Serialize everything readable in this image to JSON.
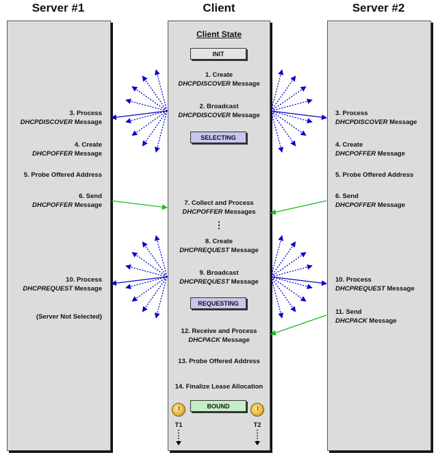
{
  "headers": {
    "server1": "Server #1",
    "client": "Client",
    "server2": "Server #2"
  },
  "client_state_title": "Client State",
  "states": {
    "init": "INIT",
    "selecting": "SELECTING",
    "requesting": "REQUESTING",
    "bound": "BOUND"
  },
  "state_colors": {
    "init": "#e4e4e4",
    "selecting": "#c7c7ee",
    "requesting": "#c7c7ee",
    "bound": "#c6eec6"
  },
  "arrow_colors": {
    "broadcast": "#0000c8",
    "unicast": "#1db81d"
  },
  "client_steps": {
    "s1a": "1. Create",
    "s1b": "DHCPDISCOVER",
    "s1c": " Message",
    "s2a": "2. Broadcast",
    "s2b": "DHCPDISCOVER",
    "s2c": " Message",
    "s7a": "7. Collect and Process",
    "s7b": "DHCPOFFER",
    "s7c": " Messages",
    "ellipsis": "⋮",
    "s8a": "8. Create",
    "s8b": "DHCPREQUEST",
    "s8c": " Message",
    "s9a": "9. Broadcast",
    "s9b": "DHCPREQUEST",
    "s9c": " Message",
    "s12a": "12. Receive and Process",
    "s12b": "DHCPACK",
    "s12c": " Message",
    "s13": "13. Probe Offered Address",
    "s14": "14. Finalize Lease Allocation",
    "t1": "T1",
    "t2": "T2"
  },
  "server1_steps": {
    "s3a": "3. Process",
    "s3b": "DHCPDISCOVER",
    "s3c": " Message",
    "s4a": "4. Create",
    "s4b": "DHCPOFFER",
    "s4c": " Message",
    "s5": "5. Probe Offered Address",
    "s6a": "6. Send",
    "s6b": "DHCPOFFER",
    "s6c": " Message",
    "s10a": "10. Process",
    "s10b": "DHCPREQUEST",
    "s10c": " Message",
    "not_selected": "(Server Not Selected)"
  },
  "server2_steps": {
    "s3a": "3. Process",
    "s3b": "DHCPDISCOVER",
    "s3c": " Message",
    "s4a": "4. Create",
    "s4b": "DHCPOFFER",
    "s4c": " Message",
    "s5": "5. Probe Offered Address",
    "s6a": "6. Send",
    "s6b": "DHCPOFFER",
    "s6c": " Message",
    "s10a": "10. Process",
    "s10b": "DHCPREQUEST",
    "s10c": " Message",
    "s11a": "11. Send",
    "s11b": "DHCPACK",
    "s11c": " Message"
  }
}
